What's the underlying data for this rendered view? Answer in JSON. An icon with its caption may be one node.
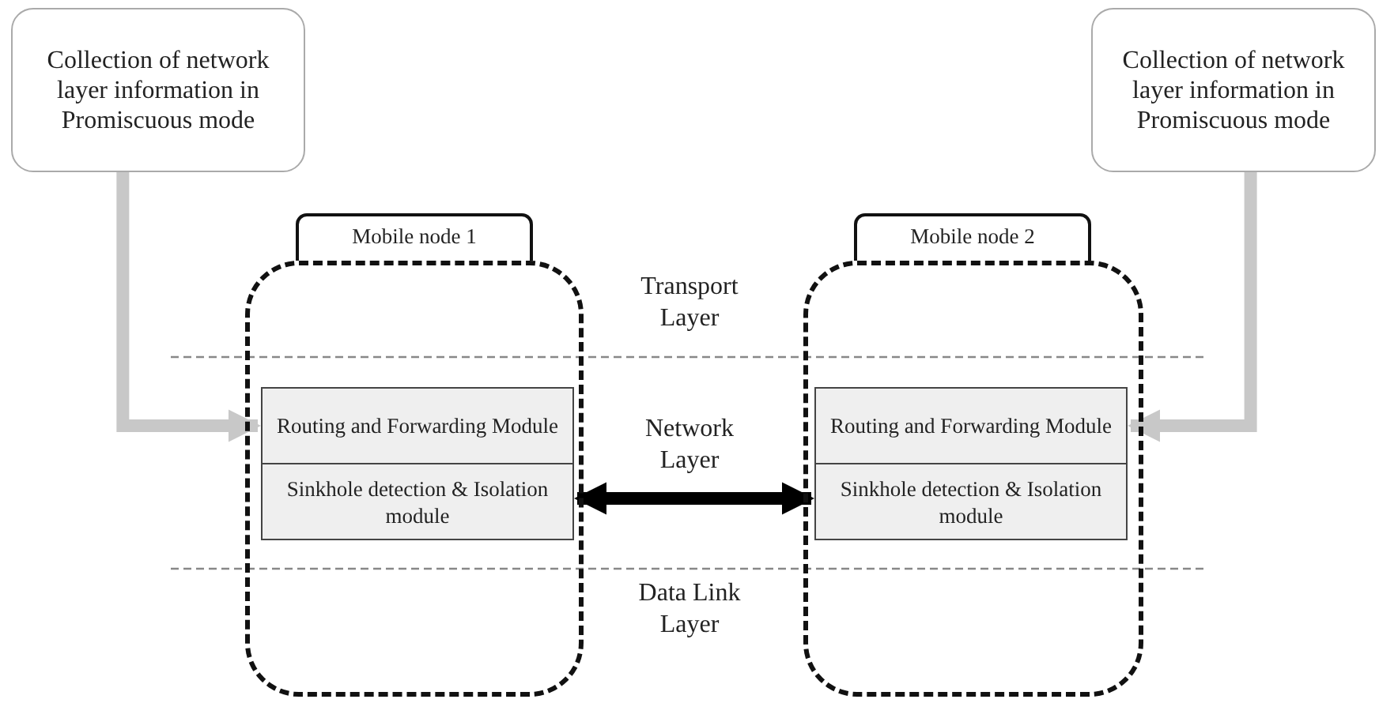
{
  "diagram": {
    "nodes": [
      {
        "text": [
          "Collection of network layer information in Promiscuous mode"
        ]
      },
      {
        "text": [
          "Collection of network layer information in Promiscuous mode"
        ]
      },
      {
        "text": [
          "Mobile node 1"
        ]
      },
      {
        "text": [
          "Routing and Forwarding Module"
        ],
        "in": 2
      },
      {
        "text": [
          "Sinkhole detection & Isolation module"
        ],
        "in": 2
      },
      {
        "text": [
          "Mobile node 2"
        ]
      },
      {
        "text": [
          "Routing and Forwarding Module"
        ],
        "in": 5
      },
      {
        "text": [
          "Sinkhole detection & Isolation module"
        ],
        "in": 5
      }
    ],
    "edges": [
      {
        "from": 0,
        "to": 3,
        "arrow": "to"
      },
      {
        "from": 1,
        "to": 6,
        "arrow": "to"
      },
      {
        "from": 4,
        "to": 7,
        "arrow": "both",
        "color": "#000000"
      }
    ],
    "labels": [
      "Transport Layer",
      "Network Layer",
      "Data Link Layer"
    ]
  }
}
